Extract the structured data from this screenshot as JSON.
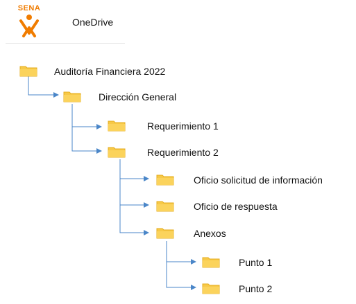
{
  "header": {
    "logo_text": "SENA",
    "app_title": "OneDrive"
  },
  "colors": {
    "accent": "#f07c00",
    "folder": "#f7c948",
    "folder_dark": "#e5ad1e",
    "connector": "#4a86c8"
  },
  "tree": [
    {
      "label": "Auditoría Financiera 2022"
    },
    {
      "label": "Dirección General"
    },
    {
      "label": "Requerimiento 1"
    },
    {
      "label": "Requerimiento 2"
    },
    {
      "label": "Oficio solicitud de información"
    },
    {
      "label": "Oficio de respuesta"
    },
    {
      "label": "Anexos"
    },
    {
      "label": "Punto 1"
    },
    {
      "label": "Punto 2"
    }
  ]
}
